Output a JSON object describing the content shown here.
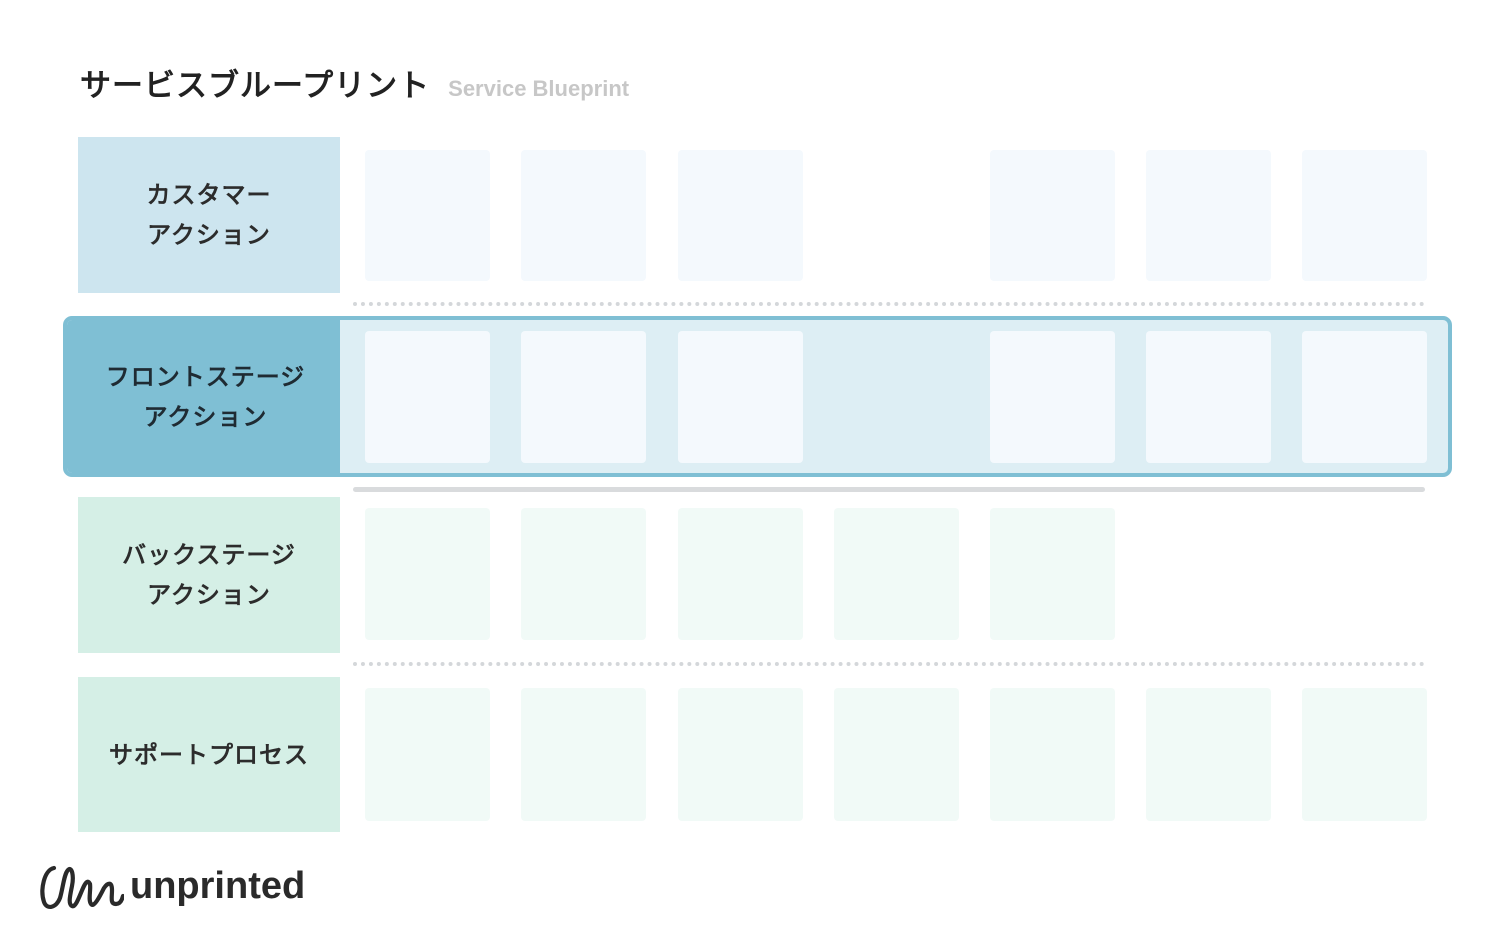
{
  "title": {
    "japanese": "サービスブループリント",
    "english": "Service Blueprint"
  },
  "lanes": {
    "customer": {
      "label": "カスタマー\nアクション",
      "cells": [
        1,
        1,
        1,
        0,
        1,
        1,
        1
      ]
    },
    "frontstage": {
      "label": "フロントステージ\nアクション",
      "cells": [
        1,
        1,
        1,
        0,
        1,
        1,
        1
      ]
    },
    "backstage": {
      "label": "バックステージ\nアクション",
      "cells": [
        1,
        1,
        1,
        1,
        1,
        0,
        0
      ]
    },
    "support": {
      "label": "サポートプロセス",
      "cells": [
        1,
        1,
        1,
        1,
        1,
        1,
        1
      ]
    }
  },
  "lines": [
    "line-of-interaction",
    "line-of-visibility",
    "line-of-internal-interaction"
  ],
  "brand": {
    "name": "unprinted",
    "logo_icon": "unprinted-logo-icon"
  },
  "colors": {
    "customer_label": "#cde5ef",
    "frontstage_label": "#7fbfd4",
    "frontstage_band": "#ddeef4",
    "backstage_label": "#d5efe6",
    "support_label": "#d5efe6",
    "customer_cell": "#f4f9fd",
    "backstage_cell": "#f1faf7"
  }
}
